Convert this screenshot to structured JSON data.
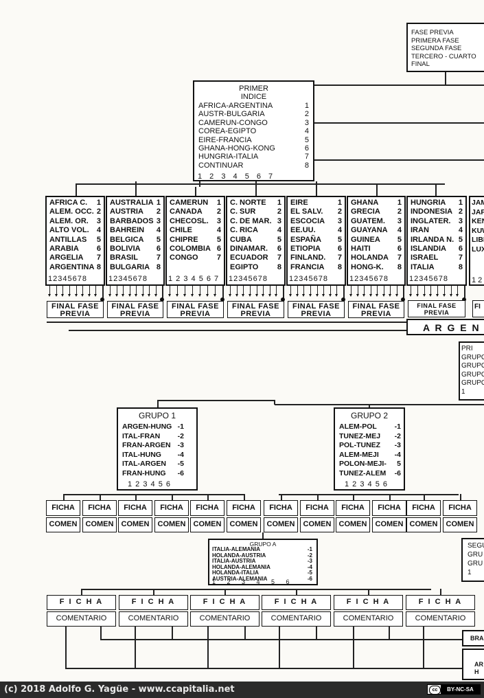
{
  "top_legend": [
    "FASE PREVIA",
    "PRIMERA FASE",
    "SEGUNDA FASE",
    "TERCERO - CUARTO",
    "FINAL"
  ],
  "index_box": {
    "title": "PRIMER",
    "subtitle": "INDICE",
    "items": [
      {
        "label": "AFRICA-ARGENTINA",
        "num": "1"
      },
      {
        "label": "AUSTR-BULGARIA",
        "num": "2"
      },
      {
        "label": "CAMERUN-CONGO",
        "num": "3"
      },
      {
        "label": "COREA-EGIPTO",
        "num": "4"
      },
      {
        "label": "EIRE-FRANCIA",
        "num": "5"
      },
      {
        "label": "GHANA-HONG-KONG",
        "num": "6"
      },
      {
        "label": "HUNGRIA-ITALIA",
        "num": "7"
      },
      {
        "label": "CONTINUAR",
        "num": "8"
      }
    ],
    "footer_nums": "1 2 3 4 5 6 7"
  },
  "country_boxes": [
    {
      "items": [
        [
          "AFRICA C.",
          "1"
        ],
        [
          "ALEM. OCC.",
          "2"
        ],
        [
          "ALEM. OR.",
          "3"
        ],
        [
          "ALTO VOL.",
          "4"
        ],
        [
          "ANTILLAS",
          "5"
        ],
        [
          "ARABIA",
          "6"
        ],
        [
          "ARGELIA",
          "7"
        ],
        [
          "ARGENTINA",
          "8"
        ]
      ],
      "nums": "12345678"
    },
    {
      "items": [
        [
          "AUSTRALIA",
          "1"
        ],
        [
          "AUSTRIA",
          "2"
        ],
        [
          "BARBADOS",
          "3"
        ],
        [
          "BAHREIN",
          "4"
        ],
        [
          "BELGICA",
          "5"
        ],
        [
          "BOLIVIA",
          "6"
        ],
        [
          "BRASIL",
          "7"
        ],
        [
          "BULGARIA",
          "8"
        ]
      ],
      "nums": "12345678"
    },
    {
      "items": [
        [
          "CAMERUN",
          "1"
        ],
        [
          "CANADA",
          "2"
        ],
        [
          "CHECOSL.",
          "3"
        ],
        [
          "CHILE",
          "4"
        ],
        [
          "CHIPRE",
          "5"
        ],
        [
          "COLOMBIA",
          "6"
        ],
        [
          "CONGO",
          "7"
        ]
      ],
      "nums": "1 2 3 4 5 6 7"
    },
    {
      "items": [
        [
          "C. NORTE",
          "1"
        ],
        [
          "C. SUR",
          "2"
        ],
        [
          "C. DE MAR.",
          "3"
        ],
        [
          "C. RICA",
          "4"
        ],
        [
          "CUBA",
          "5"
        ],
        [
          "DINAMAR.",
          "6"
        ],
        [
          "ECUADOR",
          "7"
        ],
        [
          "EGIPTO",
          "8"
        ]
      ],
      "nums": "12345678"
    },
    {
      "items": [
        [
          "EIRE",
          "1"
        ],
        [
          "EL SALV.",
          "2"
        ],
        [
          "ESCOCIA",
          "3"
        ],
        [
          "EE.UU.",
          "4"
        ],
        [
          "ESPAÑA",
          "5"
        ],
        [
          "ETIOPIA",
          "6"
        ],
        [
          "FINLAND.",
          "7"
        ],
        [
          "FRANCIA",
          "8"
        ]
      ],
      "nums": "12345678"
    },
    {
      "items": [
        [
          "GHANA",
          "1"
        ],
        [
          "GRECIA",
          "2"
        ],
        [
          "GUATEM.",
          "3"
        ],
        [
          "GUAYANA",
          "4"
        ],
        [
          "GUINEA",
          "5"
        ],
        [
          "HAITI",
          "6"
        ],
        [
          "HOLANDA",
          "7"
        ],
        [
          "HONG-K.",
          "8"
        ]
      ],
      "nums": "12345678"
    },
    {
      "items": [
        [
          "HUNGRIA",
          "1"
        ],
        [
          "INDONESIA",
          "2"
        ],
        [
          "INGLATER.",
          "3"
        ],
        [
          "IRAN",
          "4"
        ],
        [
          "IRLANDA N.",
          "5"
        ],
        [
          "ISLANDIA",
          "6"
        ],
        [
          "ISRAEL",
          "7"
        ],
        [
          "ITALIA",
          "8"
        ]
      ],
      "nums": "12345678"
    }
  ],
  "partial_box": {
    "items": [
      "JAM",
      "JAP",
      "KEN",
      "KUW",
      "LIBE",
      "LUX"
    ],
    "nums": "1 2"
  },
  "final_fase": {
    "line1": "FINAL FASE",
    "line2": "PREVIA"
  },
  "final_fase_partial": "FI",
  "argent_label": "A R G E N T",
  "prim_partial": [
    "PRI",
    "GRUPO",
    "GRUPO",
    "GRUPO",
    "GRUPO",
    "1"
  ],
  "grupo1": {
    "title": "GRUPO 1",
    "items": [
      [
        "ARGEN-HUNG",
        "-1"
      ],
      [
        "ITAL-FRAN",
        "-2"
      ],
      [
        "FRAN-ARGEN",
        "-3"
      ],
      [
        "ITAL-HUNG",
        "-4"
      ],
      [
        "ITAL-ARGEN",
        "-5"
      ],
      [
        "FRAN-HUNG",
        "-6"
      ]
    ],
    "nums": "1 2 3 4 5 6"
  },
  "grupo2": {
    "title": "GRUPO 2",
    "items": [
      [
        "ALEM-POL",
        "-1"
      ],
      [
        "TUNEZ-MEJ",
        "-2"
      ],
      [
        "POL-TUNEZ",
        "-3"
      ],
      [
        "ALEM-MEJI",
        "-4"
      ],
      [
        "POLON-MEJI-",
        "5"
      ],
      [
        "TUNEZ-ALEM",
        "-6"
      ]
    ],
    "nums": "1 2 3 4 5 6"
  },
  "ficha_label": "FICHA",
  "comen_label": "COMEN",
  "grupo_a": {
    "title": "GRUPO A",
    "items": [
      [
        "ITALIA-ALEMANIA",
        "-1"
      ],
      [
        "HOLANDA-AUSTRIA",
        "-2"
      ],
      [
        "ITALIA-AUSTRIA",
        "-3"
      ],
      [
        "HOLANDA-ALEMANIA",
        "-4"
      ],
      [
        "HOLANDA-ITALIA",
        "-5"
      ],
      [
        "AUSTRIA-ALEMANIA",
        "-6"
      ]
    ],
    "nums": "1 2 3 4 5 6"
  },
  "seg_partial": [
    "SEGU",
    "GRU",
    "GRU",
    "1"
  ],
  "ficha_wide": "F I C H A",
  "comentario_label": "COMENTARIO",
  "bra_partial": "BRA",
  "ar_partial": [
    "AR",
    "H"
  ],
  "footer": {
    "credit": "(c) 2018 Adolfo G. Yagüe - www.ccapitalia.net",
    "license": "BY-NC-SA"
  }
}
